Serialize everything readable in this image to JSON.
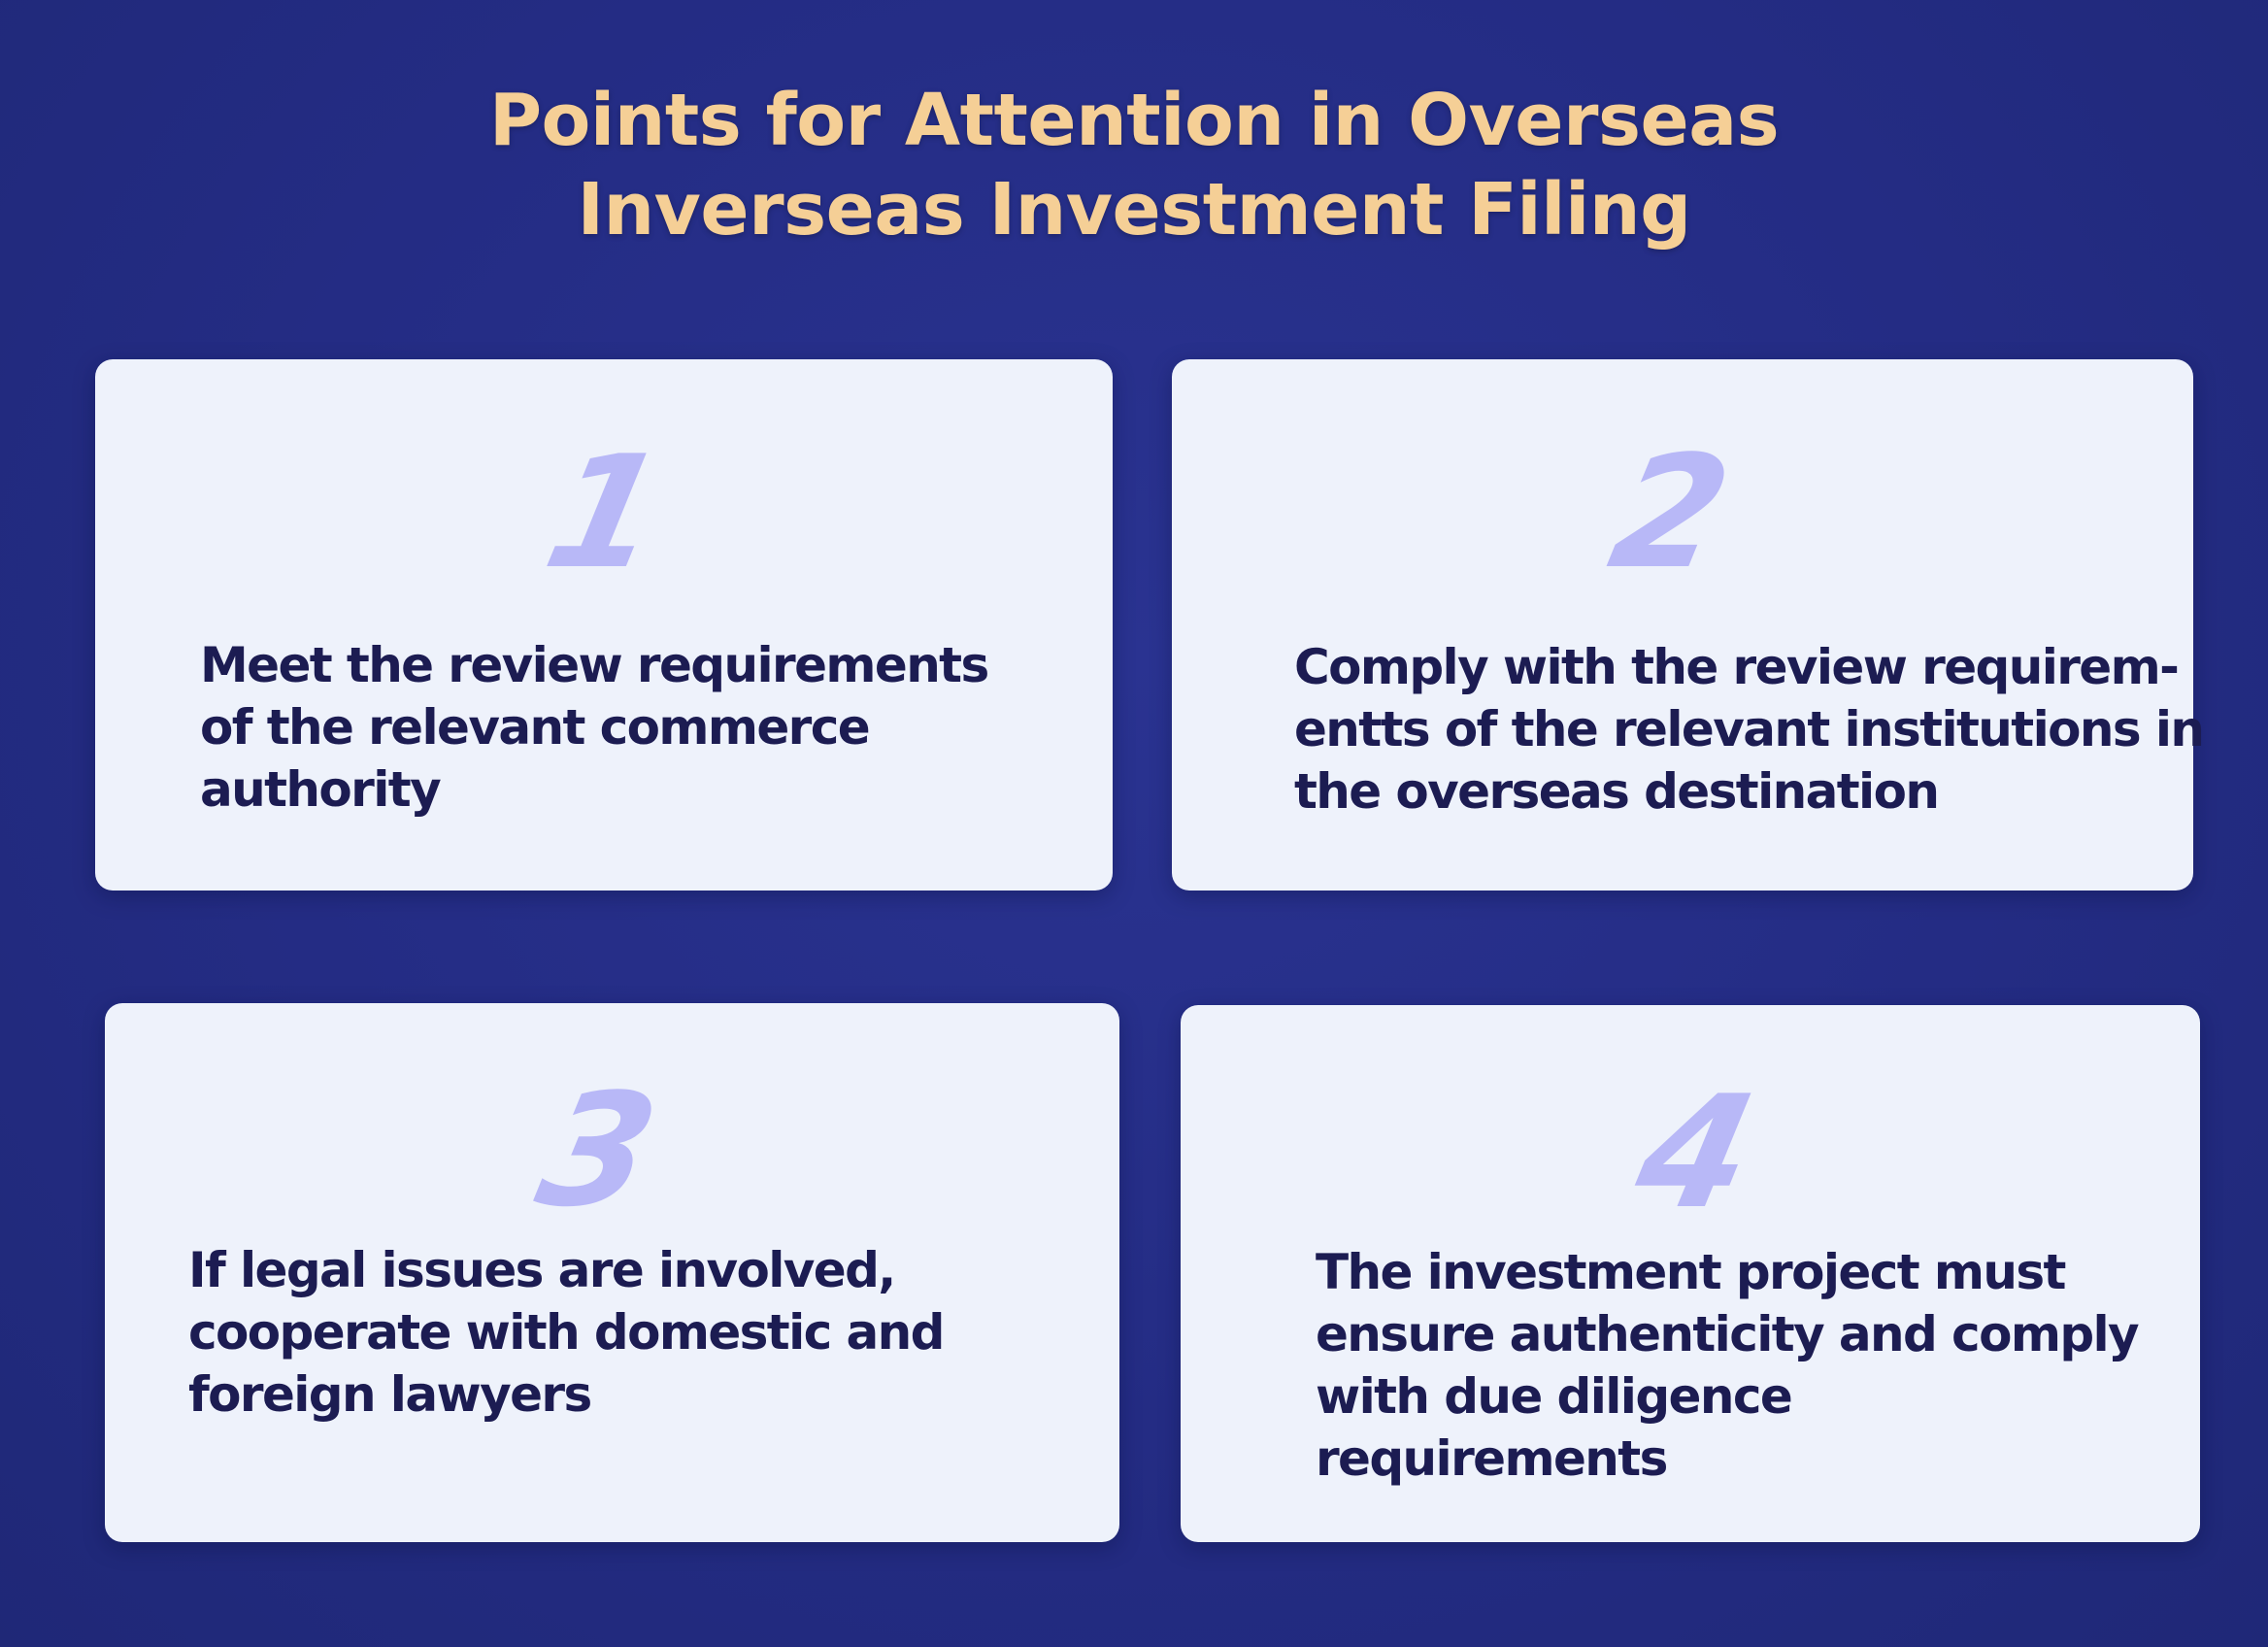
{
  "title": {
    "line1": "Points for Attention in Overseas",
    "line2": "Inverseas Investment Filing"
  },
  "cards": [
    {
      "number": "1",
      "lines": [
        "Meet the review requirements",
        "of the relevant commerce",
        "authority"
      ]
    },
    {
      "number": "2",
      "lines": [
        "Comply with the review requirem-",
        "entts of the relevant institutions in",
        "the overseas destination"
      ]
    },
    {
      "number": "3",
      "lines": [
        "If legal issues are involved,",
        "cooperate with domestic and",
        "foreign lawyers"
      ]
    },
    {
      "number": "4",
      "lines": [
        "The investment project must",
        "ensure authenticity and comply",
        "with due diligence",
        "requirements"
      ]
    }
  ],
  "colors": {
    "background": "#232b82",
    "title": "#f5cf96",
    "card": "#eef2fb",
    "number": "#b8b8f7",
    "text": "#1c1c52"
  }
}
